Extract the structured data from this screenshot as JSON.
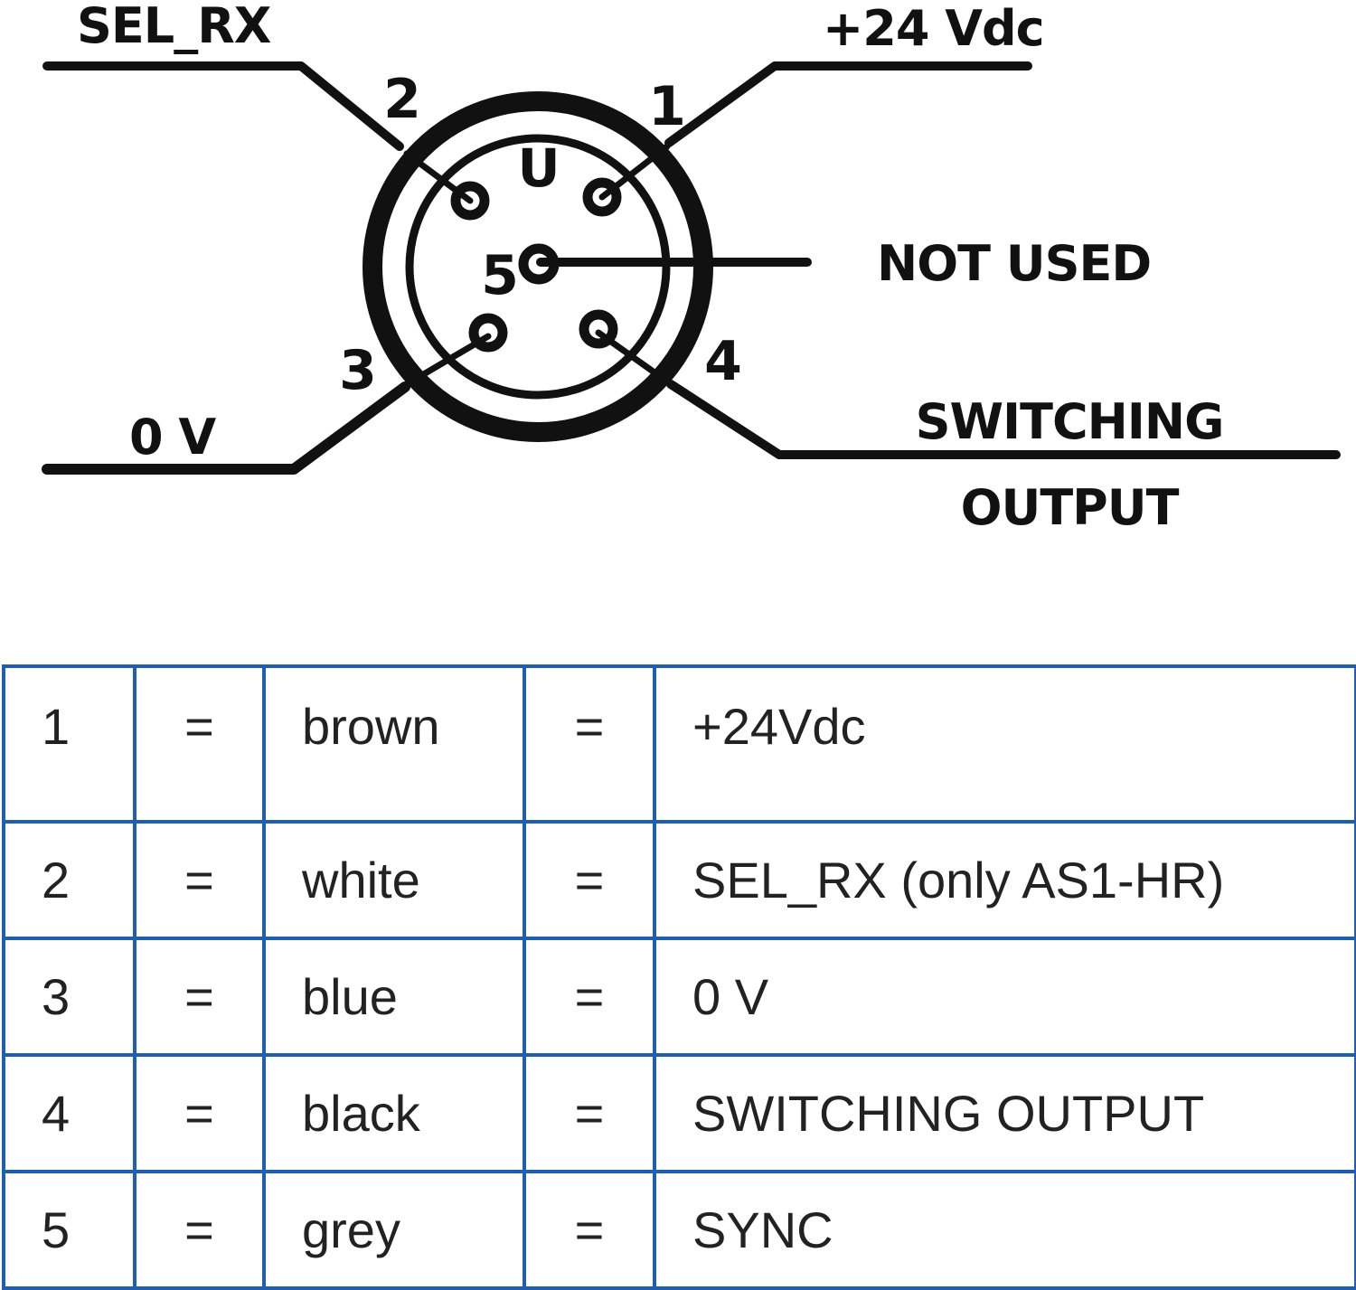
{
  "diagram": {
    "labels": {
      "pin1": "+24 Vdc",
      "pin2": "SEL_RX",
      "pin3": "0 V",
      "pin4_line1": "SWITCHING",
      "pin4_line2": "OUTPUT",
      "pin5": "NOT USED"
    },
    "pin_numbers": [
      "1",
      "2",
      "3",
      "4",
      "5"
    ],
    "key_letter": "U"
  },
  "table": {
    "rows": [
      {
        "pin": "1",
        "sep1": "=",
        "color": "brown",
        "sep2": "=",
        "function": "+24Vdc"
      },
      {
        "pin": "2",
        "sep1": "=",
        "color": "white",
        "sep2": "=",
        "function": "SEL_RX (only AS1-HR)"
      },
      {
        "pin": "3",
        "sep1": "=",
        "color": "blue",
        "sep2": "=",
        "function": "0 V"
      },
      {
        "pin": "4",
        "sep1": "=",
        "color": "black",
        "sep2": "=",
        "function": "SWITCHING OUTPUT"
      },
      {
        "pin": "5",
        "sep1": "=",
        "color": "grey",
        "sep2": "=",
        "function": "SYNC"
      }
    ]
  },
  "colors": {
    "ink": "#111111",
    "table_border": "#1f5fae",
    "table_text": "#222222"
  }
}
